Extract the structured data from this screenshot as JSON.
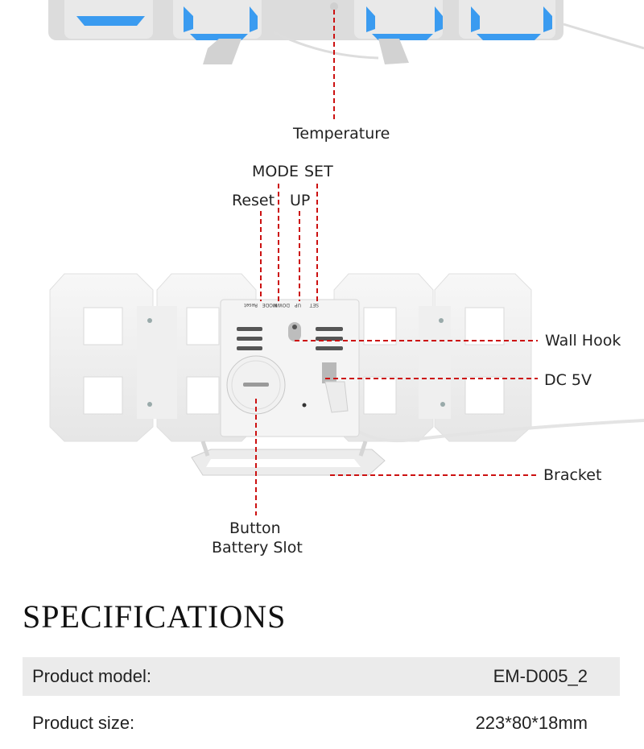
{
  "labels": {
    "temperature": "Temperature",
    "mode": "MODE",
    "set": "SET",
    "reset": "Reset",
    "up": "UP",
    "wall_hook": "Wall Hook",
    "dc5v": "DC 5V",
    "bracket": "Bracket",
    "button": "Button",
    "battery_slot": "Battery Slot"
  },
  "button_panel": {
    "printed_labels": [
      "Reset",
      "MODE",
      "DOWN",
      "UP",
      "SET"
    ]
  },
  "specifications": {
    "title": "SPECIFICATIONS",
    "rows": [
      {
        "label": "Product model:",
        "value": "EM-D005_2"
      },
      {
        "label": "Product size:",
        "value": "223*80*18mm"
      }
    ]
  },
  "colors": {
    "led_blue": "#3a9bf0",
    "leader_red": "#cc1111",
    "clock_body": "#f2f2f2",
    "table_shade": "#ebebeb"
  }
}
